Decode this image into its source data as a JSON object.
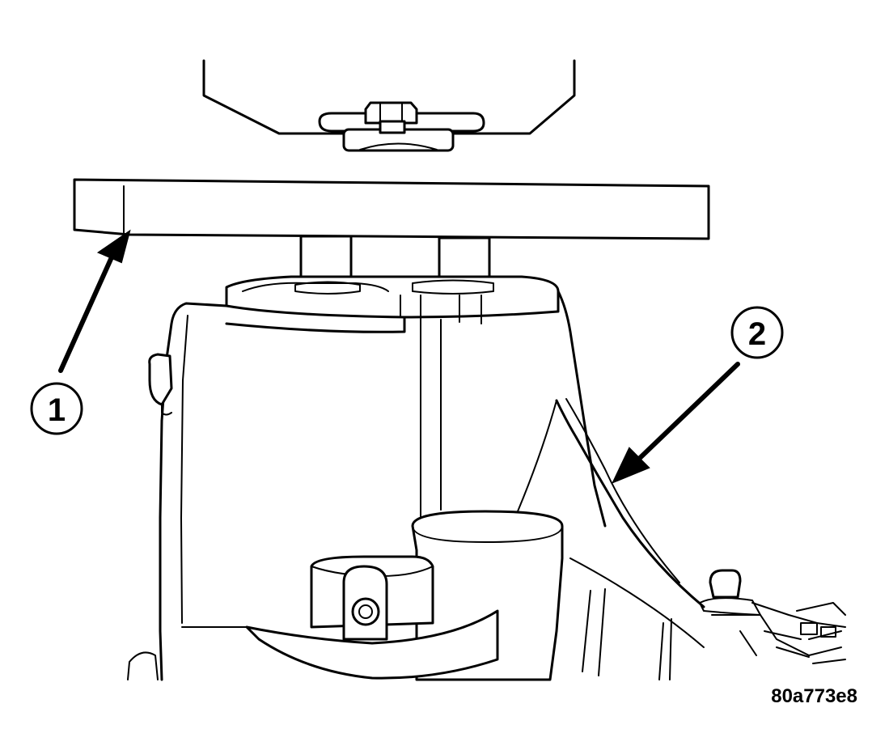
{
  "callouts": [
    {
      "id": "1",
      "label": "1"
    },
    {
      "id": "2",
      "label": "2"
    }
  ],
  "figure_id": "80a773e8",
  "colors": {
    "ink": "#000000",
    "paper": "#ffffff"
  }
}
